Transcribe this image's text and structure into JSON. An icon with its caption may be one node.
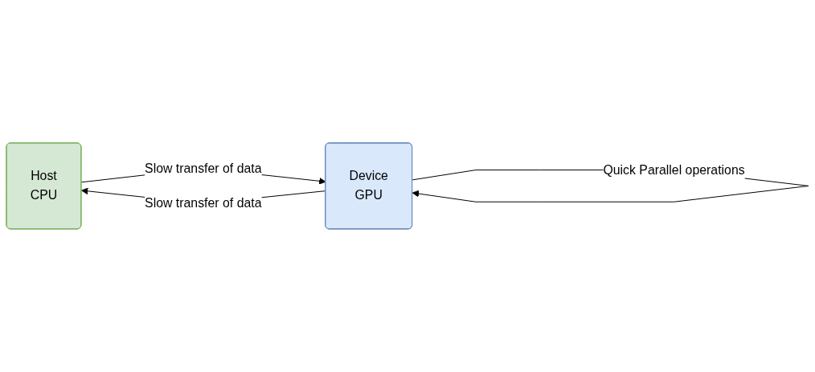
{
  "diagram": {
    "nodes": [
      {
        "text": [
          "Host",
          "CPU"
        ]
      },
      {
        "text": [
          "Device",
          "GPU"
        ]
      }
    ],
    "edges": [
      {
        "from": 0,
        "to": 1,
        "arrow": "to",
        "label": "Slow transfer of data"
      },
      {
        "from": 1,
        "to": 0,
        "arrow": "to",
        "label": "Slow transfer of data"
      },
      {
        "from": 1,
        "to": 1,
        "arrow": "to",
        "label": "Quick Parallel operations"
      }
    ]
  }
}
